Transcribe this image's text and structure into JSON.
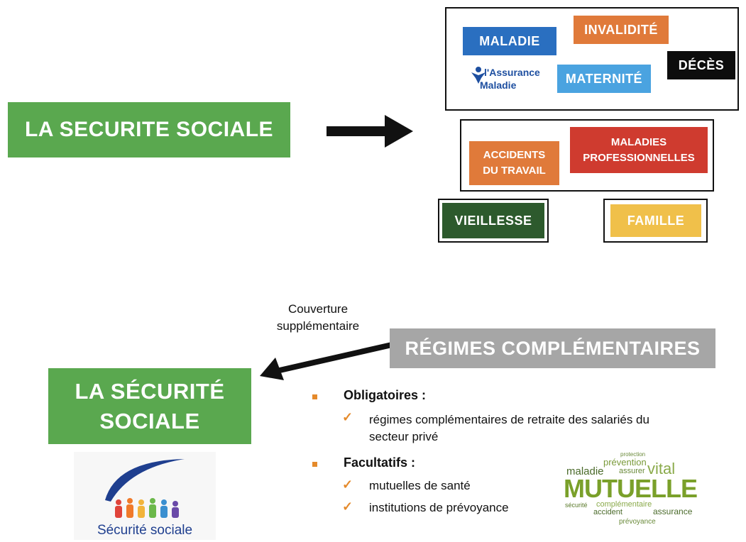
{
  "top": {
    "main_label": "LA SECURITE SOCIALE",
    "box1": {
      "maladie": "MALADIE",
      "invalidite": "INVALIDITÉ",
      "deces": "DÉCÈS",
      "maternite": "MATERNITÉ",
      "logo_line1": "l'Assurance",
      "logo_line2": "Maladie"
    },
    "box2": {
      "accidents_l1": "ACCIDENTS",
      "accidents_l2": "DU TRAVAIL",
      "maladies_l1": "MALADIES",
      "maladies_l2": "PROFESSIONNELLES"
    },
    "vieillesse": "VIEILLESSE",
    "famille": "FAMILLE"
  },
  "bottom": {
    "arrow_label_l1": "Couverture",
    "arrow_label_l2": "supplémentaire",
    "regimes": "RÉGIMES COMPLÉMENTAIRES",
    "main_l1": "LA SÉCURITÉ",
    "main_l2": "SOCIALE",
    "logo_text": "Sécurité sociale",
    "obligatoires": "Obligatoires :",
    "oblig_item_l1": "régimes complémentaires de retraite des salariés du",
    "oblig_item_l2": "secteur privé",
    "facultatifs": "Facultatifs :",
    "fac_item1": "mutuelles de santé",
    "fac_item2": "institutions de prévoyance",
    "cloud": {
      "big": "MUTUELLE",
      "w_maladie": "maladie",
      "w_assurer": "assurer",
      "w_vital": "vital",
      "w_prevention": "prévention",
      "w_protection": "protection",
      "w_securite": "sécurité",
      "w_complementaire": "complémentaire",
      "w_accident": "accident",
      "w_assurance": "assurance",
      "w_prevoyance": "prévoyance"
    }
  },
  "colors": {
    "green": "#5aa84f",
    "darkgreen": "#2d5a2d",
    "blue": "#2a6fc0",
    "lightblue": "#4aa3e0",
    "orange": "#e07a3a",
    "red": "#cf3b2f",
    "yellow": "#f0c04a",
    "grey": "#a6a6a6"
  }
}
